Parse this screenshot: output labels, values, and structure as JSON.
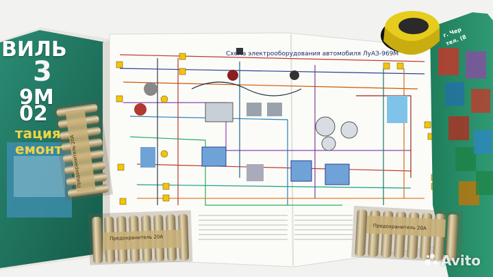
{
  "book": {
    "title_top": "ВИЛЬ",
    "title_big": "3",
    "model1": "9М",
    "model2": "02",
    "line3": "тация",
    "line4": "емонт"
  },
  "diagram": {
    "title": "Схема электрооборудования автомобиля ЛуАЗ-969М"
  },
  "fuse_labels": {
    "left": "Предохранитель 20А",
    "bottom": "Предохранитель 20А",
    "right": "Предохранитель 20А"
  },
  "poster": {
    "text1": "г. Чер",
    "text2": "тел. (8"
  },
  "watermark": {
    "text": "Avito"
  },
  "colors": {
    "book_green": "#1f7a63",
    "diagram_paper": "#fbfbf8",
    "tape_yellow": "#e6cc1c",
    "fuse_metal": "#b9a67c"
  }
}
